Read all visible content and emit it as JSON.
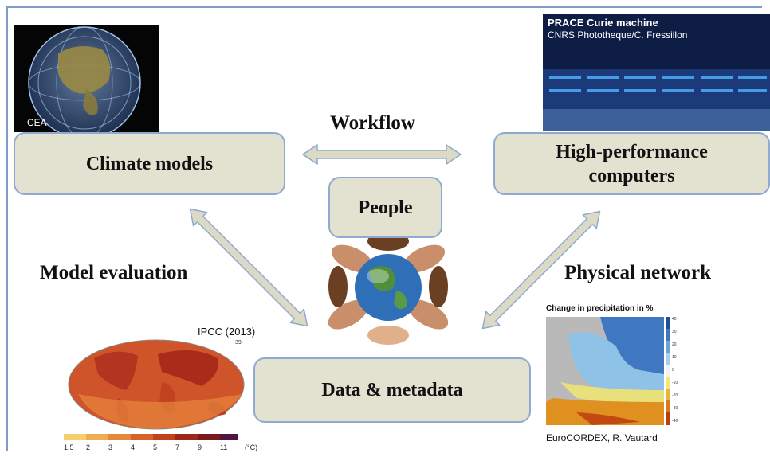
{
  "boxes": {
    "climate_models": "Climate models",
    "hpc_line1": "High-performance",
    "hpc_line2": "computers",
    "people": "People",
    "data": "Data & metadata"
  },
  "labels": {
    "workflow": "Workflow",
    "model_evaluation": "Model evaluation",
    "physical_network": "Physical network"
  },
  "images": {
    "globe_credit": "CEA",
    "hpc_caption1": "PRACE Curie machine",
    "hpc_caption2": "CNRS Phototheque/C. Fressillon",
    "ipcc_caption": "IPCC (2013)",
    "ipcc_page": "39",
    "ipcc_scale": [
      "1.5",
      "2",
      "3",
      "4",
      "5",
      "7",
      "9",
      "11"
    ],
    "ipcc_unit": "(°C)",
    "precip_title": "Change in precipitation in %",
    "precip_scale": [
      "40",
      "30",
      "20",
      "10",
      "0",
      "-10",
      "-20",
      "-30",
      "-40"
    ],
    "precip_credit": "EuroCORDEX, R. Vautard"
  },
  "colors": {
    "box_fill": "#e3e1cf",
    "box_border": "#8fa9cf",
    "arrow_fill": "#dcdac4"
  }
}
